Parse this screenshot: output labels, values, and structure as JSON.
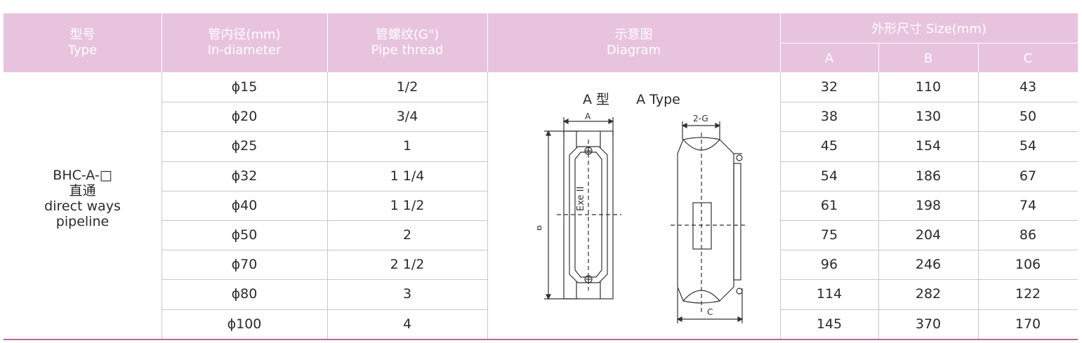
{
  "header": {
    "type_cn": "型号",
    "type_en": "Type",
    "diam_cn": "管内径(mm)",
    "diam_en": "In-diameter",
    "thread_cn": "管螺纹(G\")",
    "thread_en": "Pipe thread",
    "diagram_cn": "示意图",
    "diagram_en": "Diagram",
    "size_label": "外形尺寸 Size(mm)",
    "col_a": "A",
    "col_b": "B",
    "col_c": "C"
  },
  "model": {
    "code": "BHC-A-□",
    "name_cn": "直通",
    "name_en_1": "direct ways",
    "name_en_2": "pipeline"
  },
  "diagram": {
    "title_a": "A 型",
    "title_b": "A Type",
    "label_a": "A",
    "label_b": "B",
    "label_c": "C",
    "label_2g": "2-G",
    "label_exe": "Exe II"
  },
  "rows": [
    {
      "diameter": "ϕ15",
      "thread": "1/2",
      "a": "32",
      "b": "110",
      "c": "43"
    },
    {
      "diameter": "ϕ20",
      "thread": "3/4",
      "a": "38",
      "b": "130",
      "c": "50"
    },
    {
      "diameter": "ϕ25",
      "thread": "1",
      "a": "45",
      "b": "154",
      "c": "54"
    },
    {
      "diameter": "ϕ32",
      "thread": "1 1/4",
      "a": "54",
      "b": "186",
      "c": "67"
    },
    {
      "diameter": "ϕ40",
      "thread": "1 1/2",
      "a": "61",
      "b": "198",
      "c": "74"
    },
    {
      "diameter": "ϕ50",
      "thread": "2",
      "a": "75",
      "b": "204",
      "c": "86"
    },
    {
      "diameter": "ϕ70",
      "thread": "2 1/2",
      "a": "96",
      "b": "246",
      "c": "106"
    },
    {
      "diameter": "ϕ80",
      "thread": "3",
      "a": "114",
      "b": "282",
      "c": "122"
    },
    {
      "diameter": "ϕ100",
      "thread": "4",
      "a": "145",
      "b": "370",
      "c": "170"
    }
  ],
  "colors": {
    "header_bg": "#e8c3de",
    "header_text": "#ffffff",
    "bottom_rule": "#c2639e"
  }
}
